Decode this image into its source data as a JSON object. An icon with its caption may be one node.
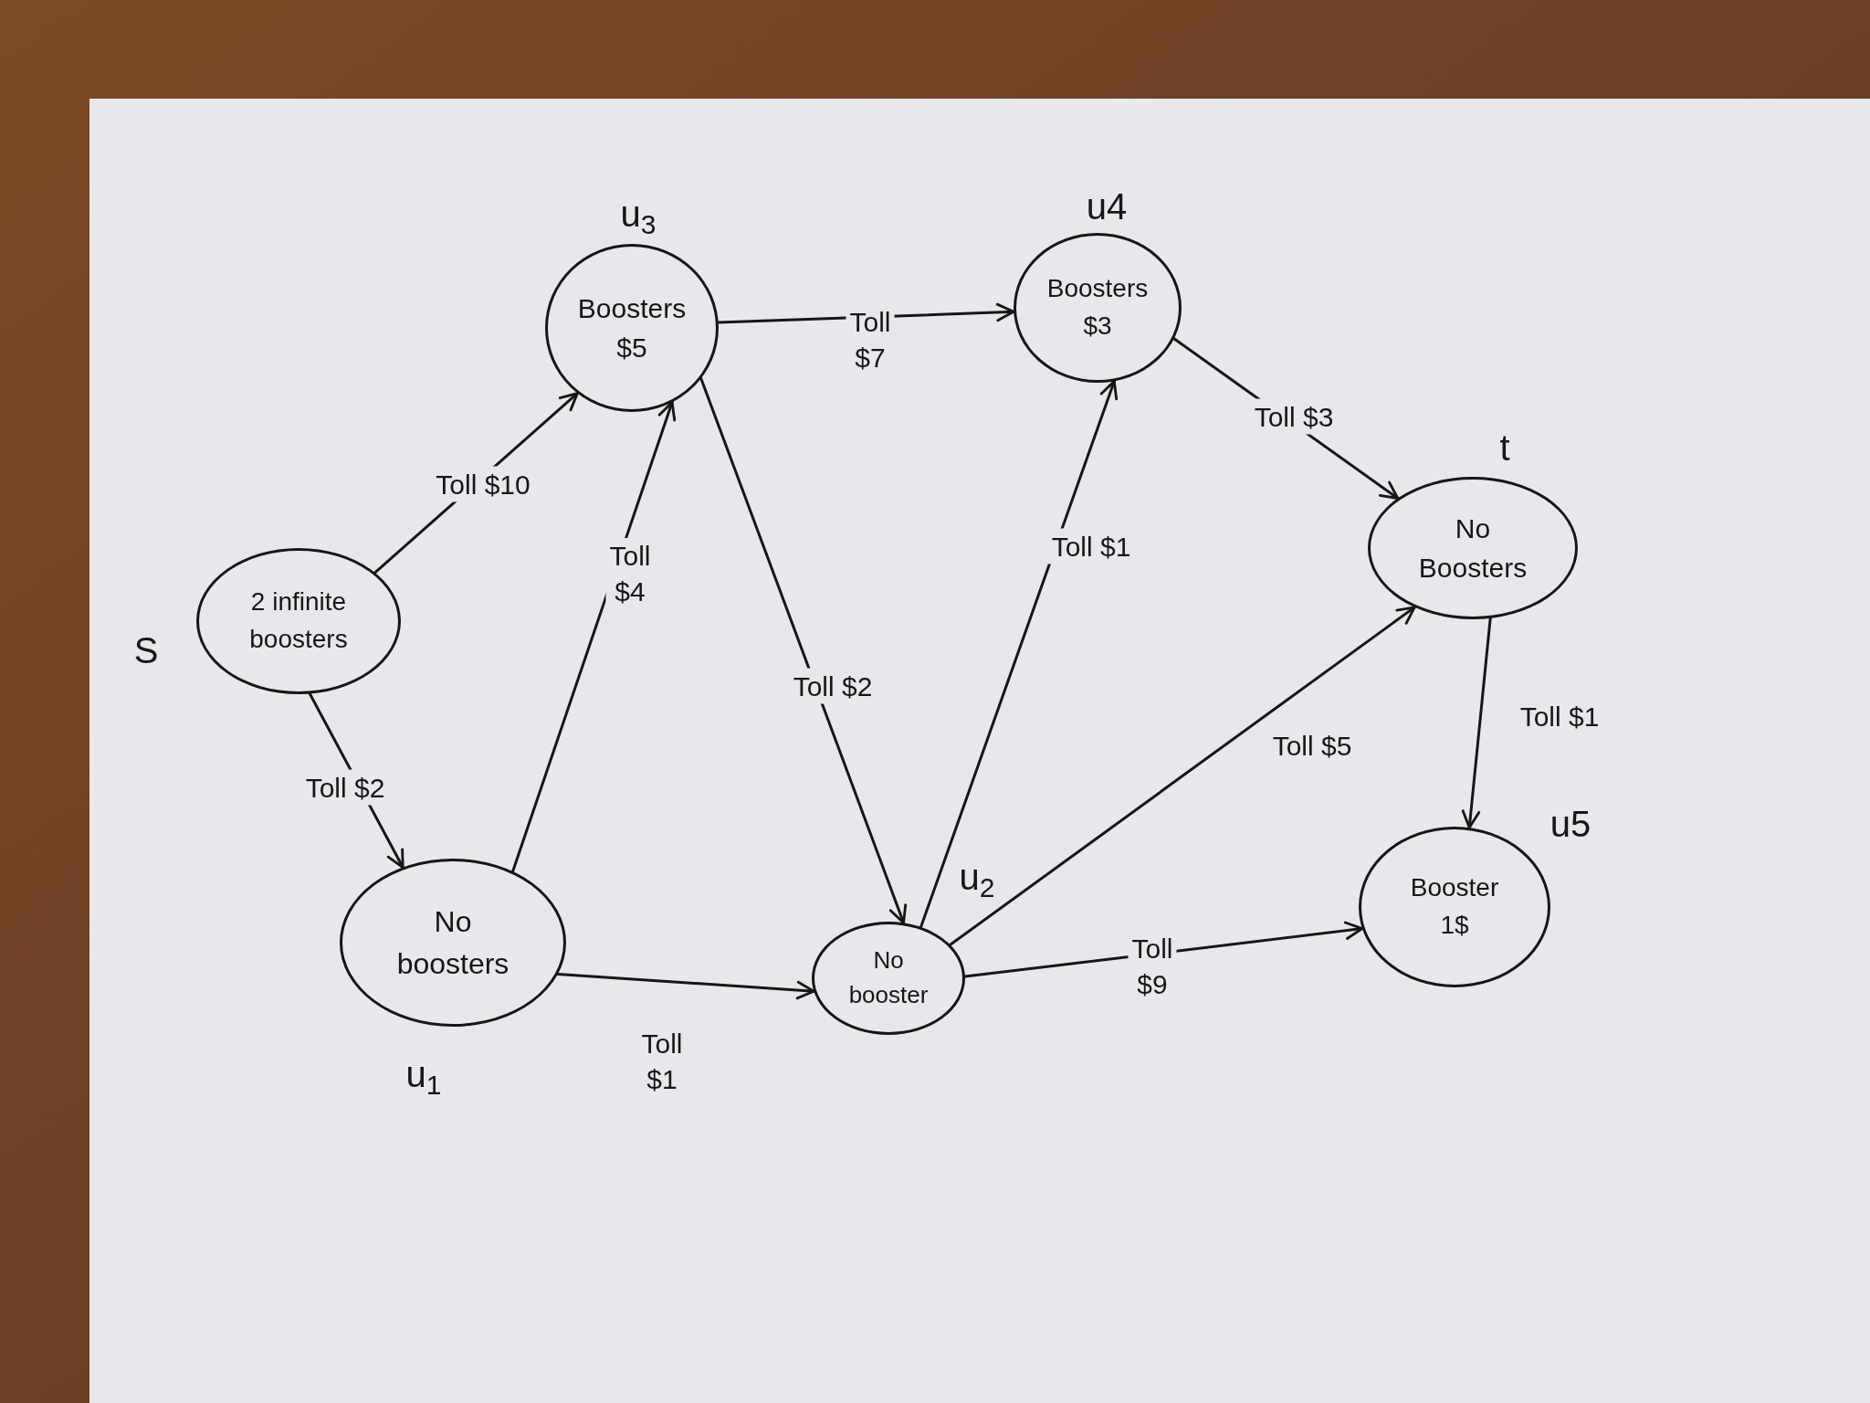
{
  "diagram": {
    "nodes": [
      {
        "text": [
          "Boosters $5"
        ],
        "beside": [
          "u$_{3}$"
        ]
      },
      {
        "text": [
          "Boosters $3"
        ],
        "beside": [
          "u4"
        ]
      },
      {
        "text": [
          "2 infinite boosters"
        ],
        "beside": [
          "S"
        ]
      },
      {
        "text": [
          "No Boosters"
        ],
        "beside": [
          "t"
        ]
      },
      {
        "text": [
          "No boosters"
        ],
        "beside": [
          "u$_{1}$"
        ]
      },
      {
        "text": [
          "No booster"
        ],
        "beside": [
          "u$_{2}$"
        ]
      },
      {
        "text": [
          "Booster 1$"
        ],
        "beside": [
          "u5"
        ]
      }
    ],
    "edges": [
      {
        "from": 2,
        "to": 0,
        "arrow": "to",
        "label": "Toll $10"
      },
      {
        "from": 0,
        "to": 1,
        "arrow": "to",
        "label": "Toll $7"
      },
      {
        "from": 4,
        "to": 0,
        "arrow": "to",
        "label": "Toll $4"
      },
      {
        "from": 0,
        "to": 5,
        "arrow": "to",
        "label": "Toll $2"
      },
      {
        "from": 2,
        "to": 4,
        "arrow": "to",
        "label": "Toll $2"
      },
      {
        "from": 4,
        "to": 5,
        "arrow": "to",
        "label": "Toll $1"
      },
      {
        "from": 5,
        "to": 1,
        "arrow": "to",
        "label": "Toll $1"
      },
      {
        "from": 1,
        "to": 3,
        "arrow": "to",
        "label": "Toll $3"
      },
      {
        "from": 5,
        "to": 3,
        "arrow": "to",
        "label": "Toll $5"
      },
      {
        "from": 3,
        "to": 6,
        "arrow": "to",
        "label": "Toll $1"
      },
      {
        "from": 5,
        "to": 6,
        "arrow": "to",
        "label": "Toll $9"
      }
    ]
  }
}
